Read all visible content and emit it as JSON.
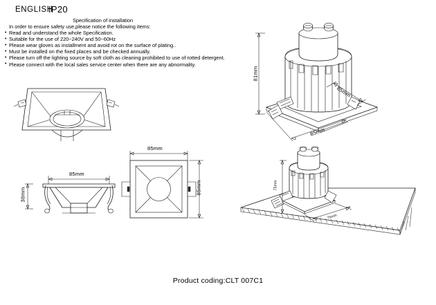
{
  "header": {
    "language": "ENGLISH",
    "ip_rating": "IP20"
  },
  "spec": {
    "title": "Specification of installation",
    "intro": "In order to ensure safety use,please notice the following items:",
    "items": [
      "Read and understand the whole Specification.",
      "Suitable for the use of 220~240V and 50~60Hz",
      "Please wear gloves as installment and avoid rot on the surface of plating..",
      "Must be installed on the fixed places and be checked annually.",
      "Please turn off the lighting source by soft cloth as cleaning prohibited to use of rotted detergent.",
      "Please connect with the local sales service center when there are any abnormality."
    ]
  },
  "views": {
    "perspective_trim": {
      "name": "square trim perspective view"
    },
    "section": {
      "name": "cross section view",
      "width_label": "85mm",
      "height_label": "38mm"
    },
    "plan": {
      "name": "plan view",
      "width_label": "85mm",
      "depth_label": "85mm"
    },
    "isometric": {
      "name": "isometric assembly view",
      "height_label": "81mm",
      "depth_label": "85mm",
      "width_label": "85mm"
    },
    "installation": {
      "name": "ceiling installation view",
      "height_label": "75mm",
      "cutout_label": "75mm"
    }
  },
  "footer": {
    "product_coding": "Product coding:CLT 007C1"
  }
}
